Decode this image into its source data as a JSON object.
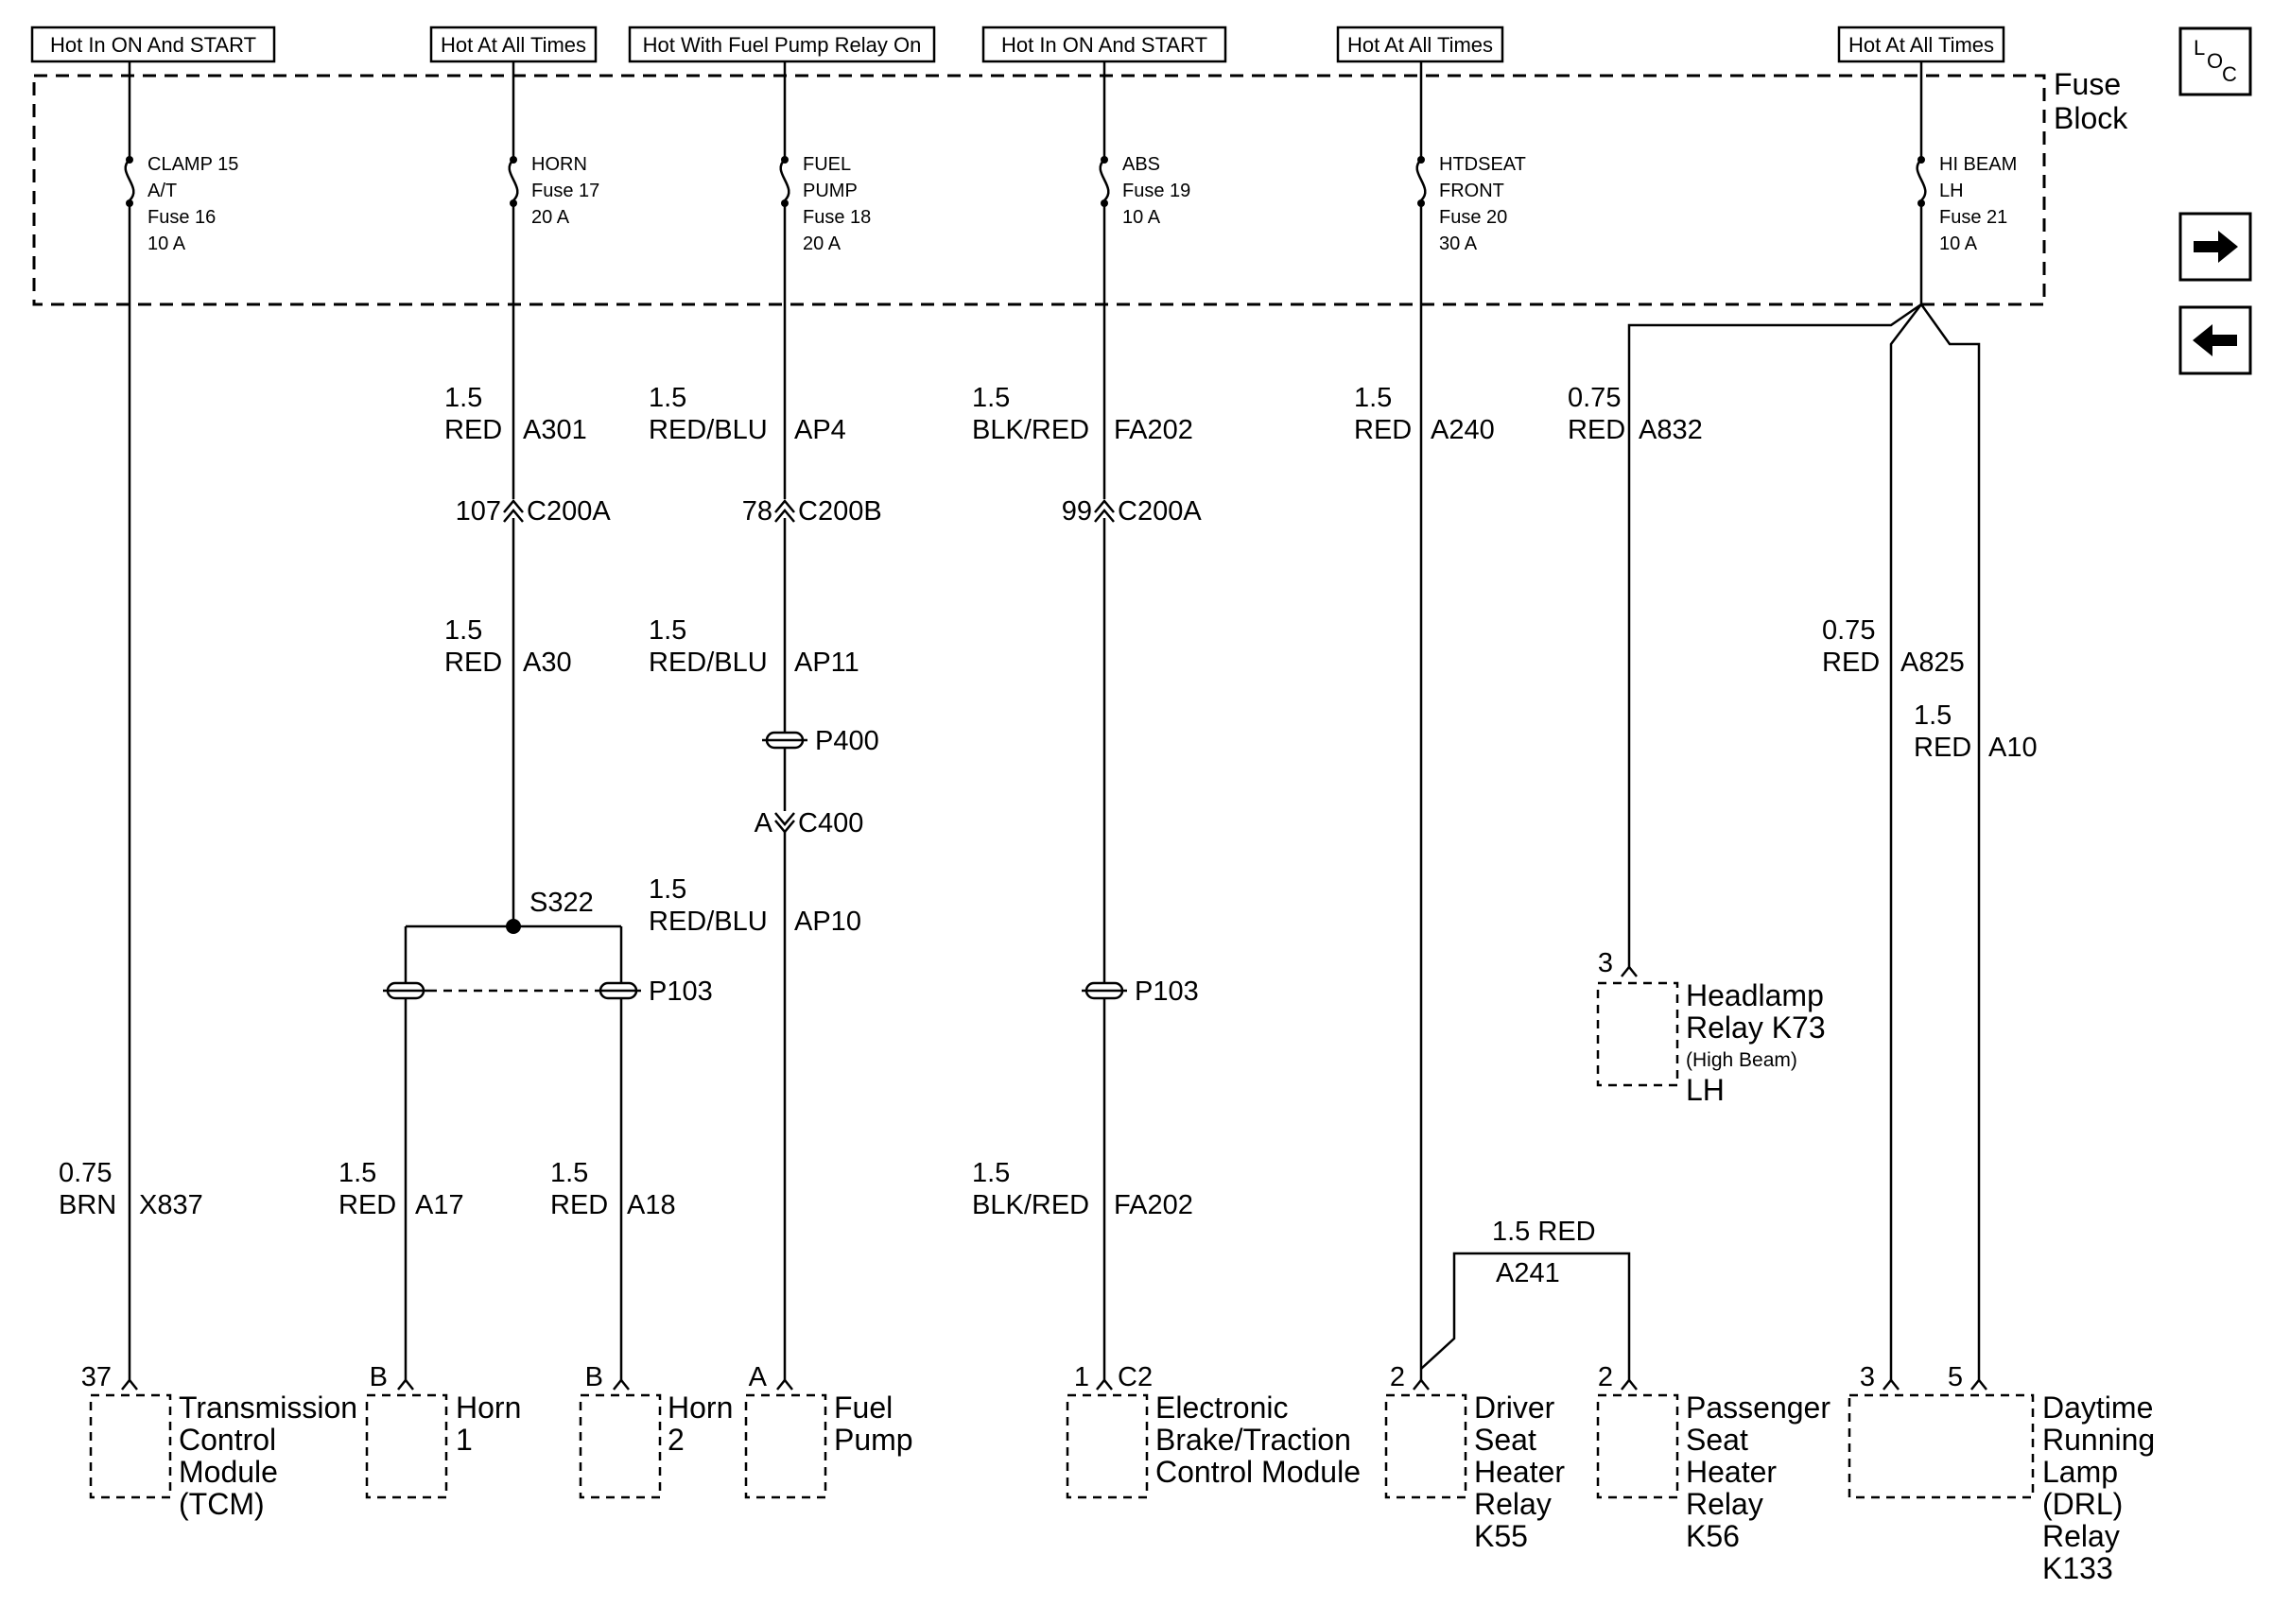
{
  "power_headers": [
    "Hot In ON And START",
    "Hot At All Times",
    "Hot With Fuel Pump Relay On",
    "Hot In ON And START",
    "Hot At All Times",
    "Hot At All Times"
  ],
  "fuse_block": {
    "line1": "Fuse",
    "line2": "Block"
  },
  "fuses": [
    {
      "lines": [
        "CLAMP 15",
        "A/T",
        "Fuse 16",
        "10 A"
      ]
    },
    {
      "lines": [
        "HORN",
        "Fuse 17",
        "20 A"
      ]
    },
    {
      "lines": [
        "FUEL",
        "PUMP",
        "Fuse 18",
        "20 A"
      ]
    },
    {
      "lines": [
        "ABS",
        "Fuse 19",
        "10 A"
      ]
    },
    {
      "lines": [
        "HTDSEAT",
        "FRONT",
        "Fuse 20",
        "30 A"
      ]
    },
    {
      "lines": [
        "HI BEAM",
        "LH",
        "Fuse 21",
        "10 A"
      ]
    }
  ],
  "wires": [
    {
      "size": "1.5",
      "color": "RED",
      "circuit": "A301"
    },
    {
      "size": "1.5",
      "color": "RED/BLU",
      "circuit": "AP4"
    },
    {
      "size": "1.5",
      "color": "BLK/RED",
      "circuit": "FA202"
    },
    {
      "size": "1.5",
      "color": "RED",
      "circuit": "A240"
    },
    {
      "size": "0.75",
      "color": "RED",
      "circuit": "A832"
    },
    {
      "size": "1.5",
      "color": "RED",
      "circuit": "A30"
    },
    {
      "size": "1.5",
      "color": "RED/BLU",
      "circuit": "AP11"
    },
    {
      "size": "0.75",
      "color": "RED",
      "circuit": "A825"
    },
    {
      "size": "1.5",
      "color": "RED",
      "circuit": "A10"
    },
    {
      "size": "1.5",
      "color": "RED/BLU",
      "circuit": "AP10"
    },
    {
      "size": "0.75",
      "color": "BRN",
      "circuit": "X837"
    },
    {
      "size": "1.5",
      "color": "RED",
      "circuit": "A17"
    },
    {
      "size": "1.5",
      "color": "RED",
      "circuit": "A18"
    },
    {
      "size": "1.5",
      "color": "BLK/RED",
      "circuit": "FA202"
    }
  ],
  "jumper_wire": {
    "label": "1.5 RED",
    "circuit": "A241"
  },
  "connectors": [
    {
      "pin": "107",
      "name": "C200A"
    },
    {
      "pin": "78",
      "name": "C200B"
    },
    {
      "pin": "99",
      "name": "C200A"
    },
    {
      "pin": "A",
      "name": "C400"
    }
  ],
  "pass_throughs": [
    "P400",
    "P103",
    "P103"
  ],
  "splice": "S322",
  "pins": [
    "37",
    "B",
    "B",
    "A",
    "1",
    "C2",
    "2",
    "2",
    "3",
    "5",
    "3"
  ],
  "components": [
    {
      "lines": [
        "Transmission",
        "Control",
        "Module",
        "(TCM)"
      ]
    },
    {
      "lines": [
        "Horn",
        "1"
      ]
    },
    {
      "lines": [
        "Horn",
        "2"
      ]
    },
    {
      "lines": [
        "Fuel",
        "Pump"
      ]
    },
    {
      "lines": [
        "Electronic",
        "Brake/Traction",
        "Control Module"
      ]
    },
    {
      "lines": [
        "Driver",
        "Seat",
        "Heater",
        "Relay",
        "K55"
      ]
    },
    {
      "lines": [
        "Passenger",
        "Seat",
        "Heater",
        "Relay",
        "K56"
      ]
    },
    {
      "lines": [
        "Daytime",
        "Running",
        "Lamp",
        "(DRL)",
        "Relay",
        "K133"
      ]
    }
  ],
  "headlamp_relay": {
    "line1": "Headlamp",
    "line2": "Relay K73",
    "line3": "(High Beam)",
    "line4": "LH"
  },
  "nav": {
    "loc_l": "L",
    "loc_o": "O",
    "loc_c": "C",
    "next_icon": "arrow-right-icon",
    "prev_icon": "arrow-left-icon"
  }
}
